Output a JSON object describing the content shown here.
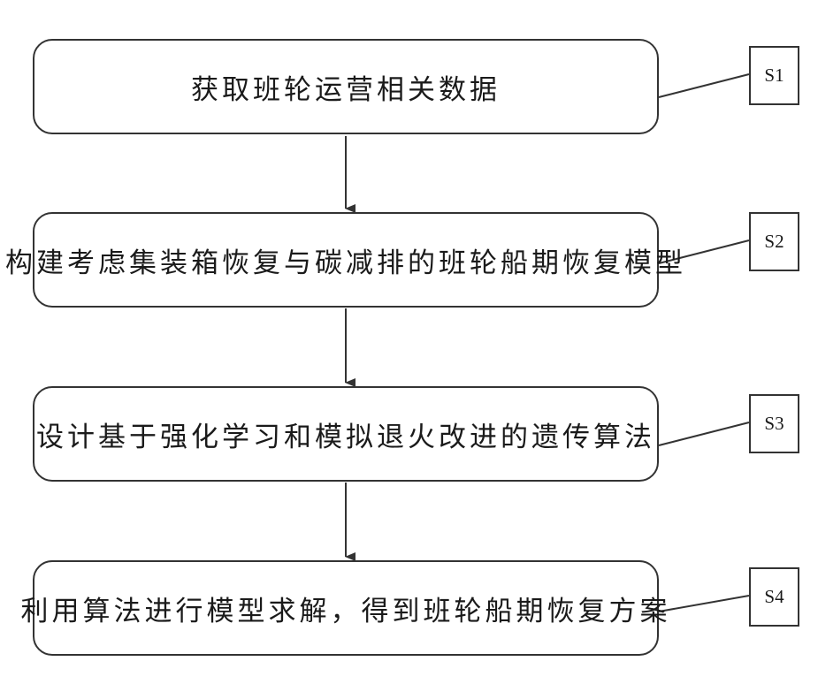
{
  "steps": [
    {
      "text": "获取班轮运营相关数据",
      "tag": "S1"
    },
    {
      "text": "构建考虑集装箱恢复与碳减排的班轮船期恢复模型",
      "tag": "S2"
    },
    {
      "text": "设计基于强化学习和模拟退火改进的遗传算法",
      "tag": "S3"
    },
    {
      "text": "利用算法进行模型求解，得到班轮船期恢复方案",
      "tag": "S4"
    }
  ],
  "colors": {
    "stroke": "#333333",
    "text": "#1a1a1a",
    "background": "#ffffff"
  }
}
